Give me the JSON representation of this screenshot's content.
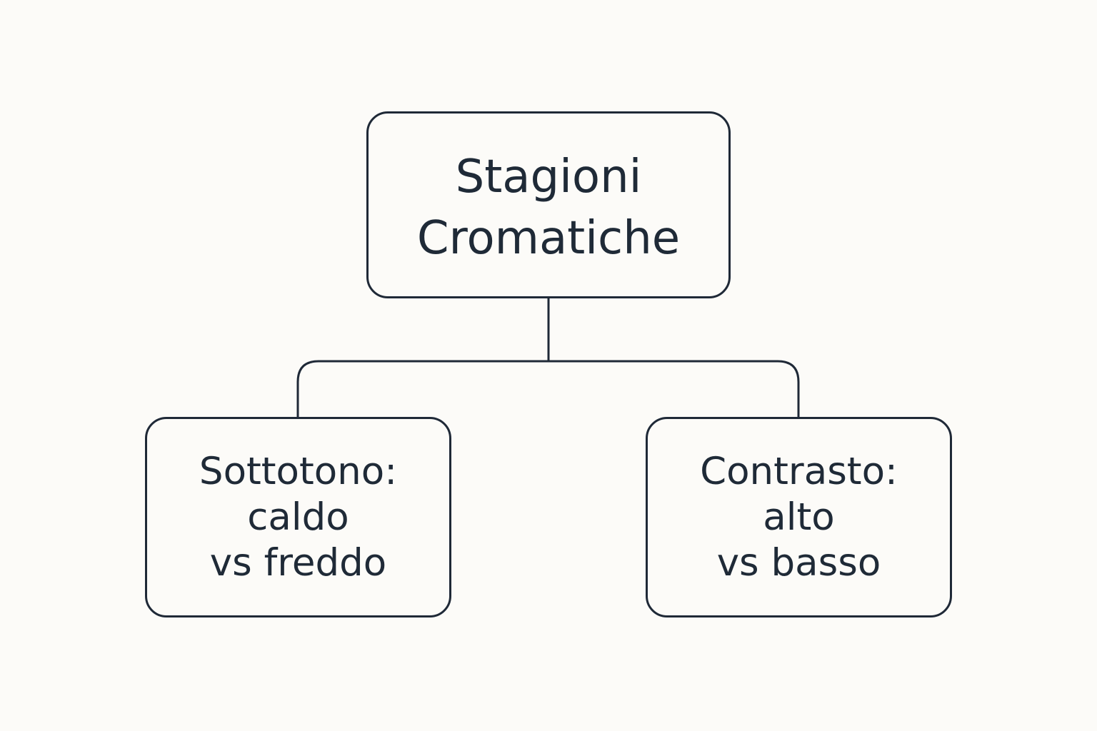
{
  "colors": {
    "background": "#fcfbf8",
    "stroke": "#1f2937",
    "text": "#1f2a37"
  },
  "root": {
    "lines": [
      "Stagioni",
      "Cromatiche"
    ]
  },
  "children": [
    {
      "lines": [
        "Sottotono:",
        "caldo",
        "vs freddo"
      ]
    },
    {
      "lines": [
        "Contrasto:",
        "alto",
        "vs basso"
      ]
    }
  ]
}
